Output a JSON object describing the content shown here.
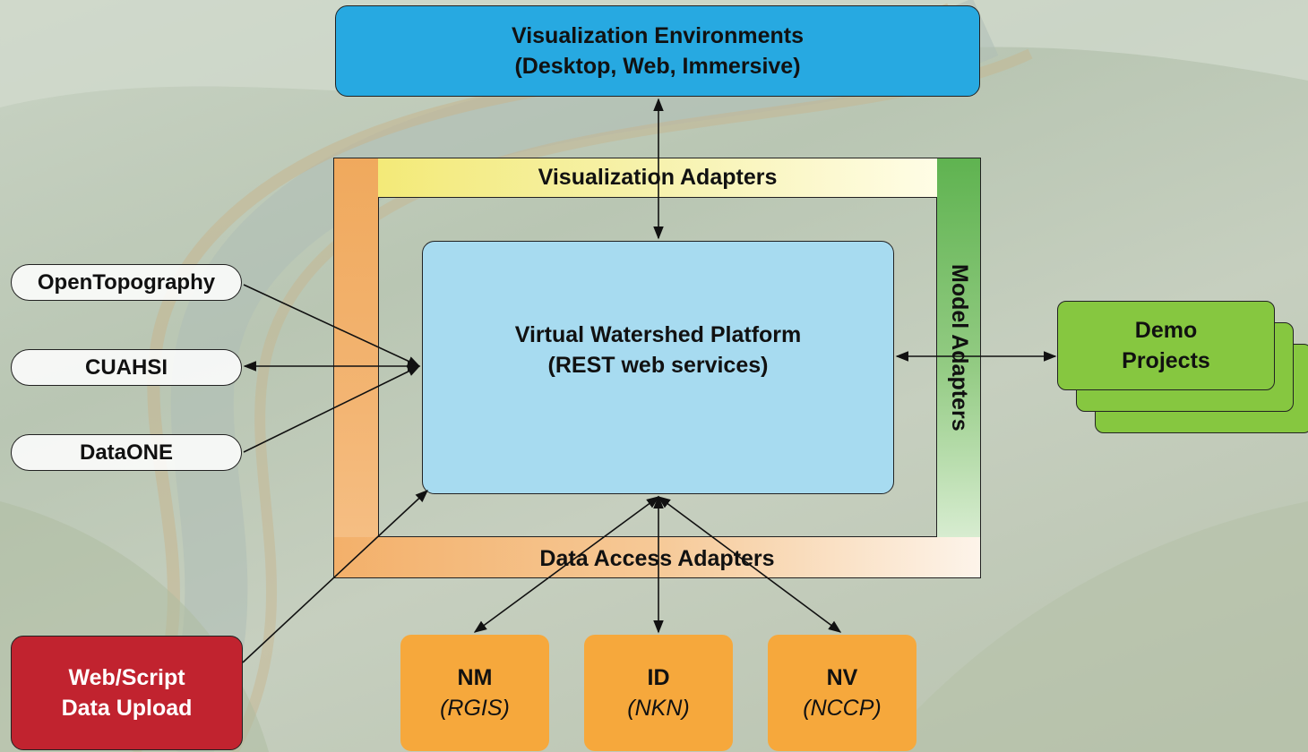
{
  "viz_environments": {
    "line1": "Visualization Environments",
    "line2": "(Desktop, Web, Immersive)"
  },
  "viz_adapters": "Visualization Adapters",
  "model_adapters": "Model Adapters",
  "data_access_adapters": "Data Access Adapters",
  "platform": {
    "line1": "Virtual Watershed Platform",
    "line2": "(REST web services)"
  },
  "sources": [
    "OpenTopography",
    "CUAHSI",
    "DataONE"
  ],
  "upload": {
    "line1": "Web/Script",
    "line2": "Data Upload"
  },
  "demo": {
    "line1": "Demo",
    "line2": "Projects"
  },
  "states": [
    {
      "code": "NM",
      "system": "(RGIS)"
    },
    {
      "code": "ID",
      "system": "(NKN)"
    },
    {
      "code": "NV",
      "system": "(NCCP)"
    }
  ],
  "colors": {
    "viz_env": "#27a9e1",
    "platform": "#a7dbf0",
    "upload": "#c1232f",
    "state": "#f6a83c",
    "demo": "#86c740",
    "model_adapters": "#5fb350",
    "viz_adapters": "#f3ea78",
    "data_adapters": "#f3b06a"
  }
}
